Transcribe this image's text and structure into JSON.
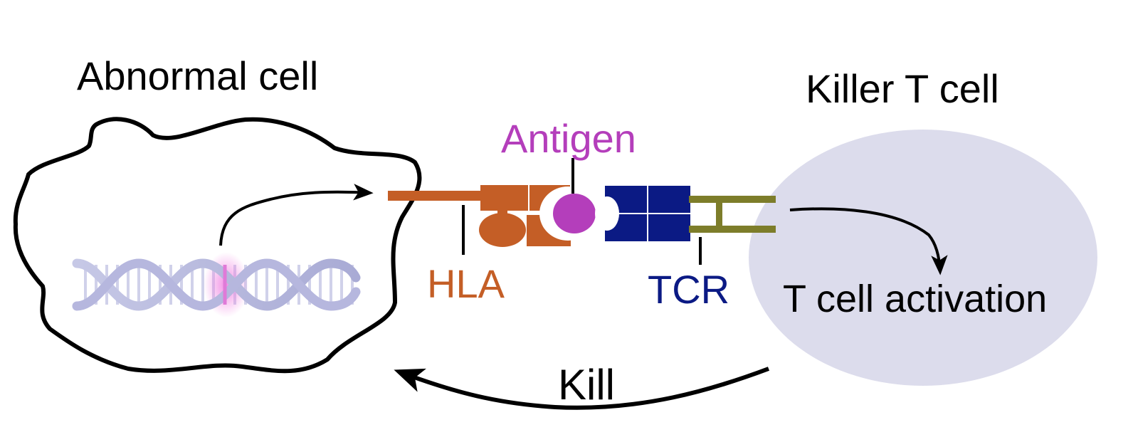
{
  "labels": {
    "abnormal_cell": "Abnormal cell",
    "killer_t_cell": "Killer T cell",
    "antigen": "Antigen",
    "hla": "HLA",
    "tcr": "TCR",
    "t_cell_activation": "T cell activation",
    "kill": "Kill"
  },
  "colors": {
    "outline": "#000000",
    "t_cell_fill": "#dcdcec",
    "hla": "#c45e26",
    "antigen": "#b43ebb",
    "tcr": "#0b1a84",
    "tcr_stalk": "#7d7d2a",
    "dna_strand": "#b6b7de",
    "dna_highlight": "#e07ad8"
  },
  "icons": {
    "dna": "dna-double-helix-icon"
  }
}
